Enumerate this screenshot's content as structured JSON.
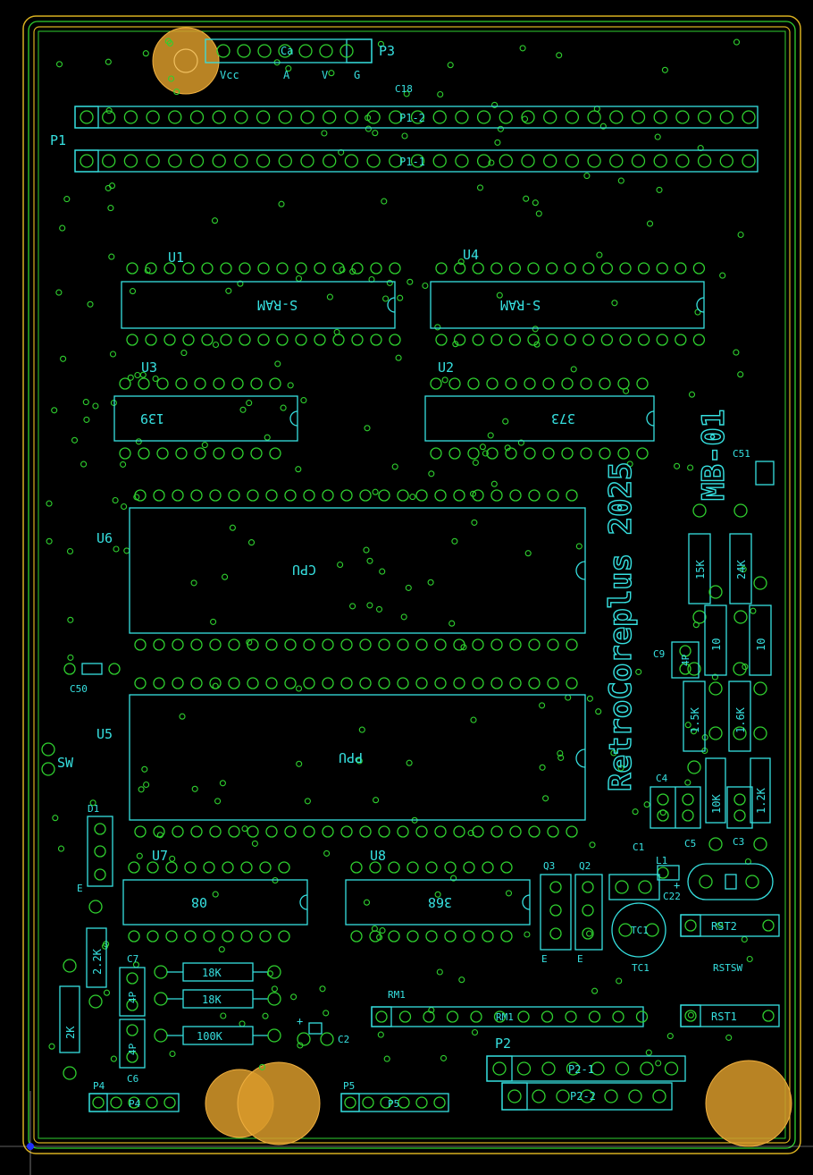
{
  "colors": {
    "background": "#000000",
    "silkscreen": "#36e0e0",
    "pads": "#2fd02f",
    "outline_yellow": "#d8b020",
    "outline_green": "#2fd02f",
    "mounting_hole": "#d89a2a"
  },
  "title_text": "RetroCoreplus 2025",
  "board_id": "MB-01",
  "connectors": {
    "p3": "P3",
    "p3_pins": [
      "Vcc",
      "A",
      "V",
      "G"
    ],
    "p3_inner": "Ca",
    "p1": "P1",
    "p1_2": "P1-2",
    "p1_1": "P1-1",
    "p2": "P2",
    "p2_1": "P2-1",
    "p2_2": "P2-2",
    "p4": "P4",
    "p4_inner": "P4",
    "p5": "P5",
    "p5_inner": "P5",
    "rm1": "RM1",
    "rm1_inner": "RM1"
  },
  "chips": {
    "u1": "U1",
    "u1_inner": "S-RAM",
    "u4": "U4",
    "u4_inner": "S-RAM",
    "u3": "U3",
    "u3_inner": "139",
    "u2": "U2",
    "u2_inner": "373",
    "u6": "U6",
    "u6_inner": "CPU",
    "u5": "U5",
    "u5_inner": "PPU",
    "u7": "U7",
    "u7_inner": "08",
    "u8": "U8",
    "u8_inner": "368"
  },
  "caps": {
    "c18": "C18",
    "c50": "C50",
    "c51": "C51",
    "c9": "C9",
    "c4": "C4",
    "c5": "C5",
    "c3": "C3",
    "c1": "C1",
    "c22": "C22",
    "c2": "C2",
    "c7": "C7",
    "c6": "C6",
    "c7_inner": "4P",
    "c6_inner": "4P",
    "c9_inner": "4P"
  },
  "resistors": {
    "r_15k": "15K",
    "r_24k": "24K",
    "r_10a": "10",
    "r_10b": "10",
    "r_1_5k": "1.5K",
    "r_1_6k": "1.6K",
    "r_10k_a": "10K",
    "r_1_2k": "1.2K",
    "r_2_2k_left": "2.2K",
    "r_2k": "2K",
    "r_18k": "18K",
    "r_18k_b": "18K",
    "r_100k": "100K"
  },
  "misc": {
    "sw": "SW",
    "d1": "D1",
    "e_left": "E",
    "q3": "Q3",
    "q2": "Q2",
    "q_e1": "E",
    "q_e2": "E",
    "l1": "L1",
    "tc1": "TC1",
    "tc1_inner": "TC1",
    "rst2": "RST2",
    "rst1": "RST1",
    "rstsw": "RSTSW",
    "plus1": "+",
    "plus2": "+"
  }
}
